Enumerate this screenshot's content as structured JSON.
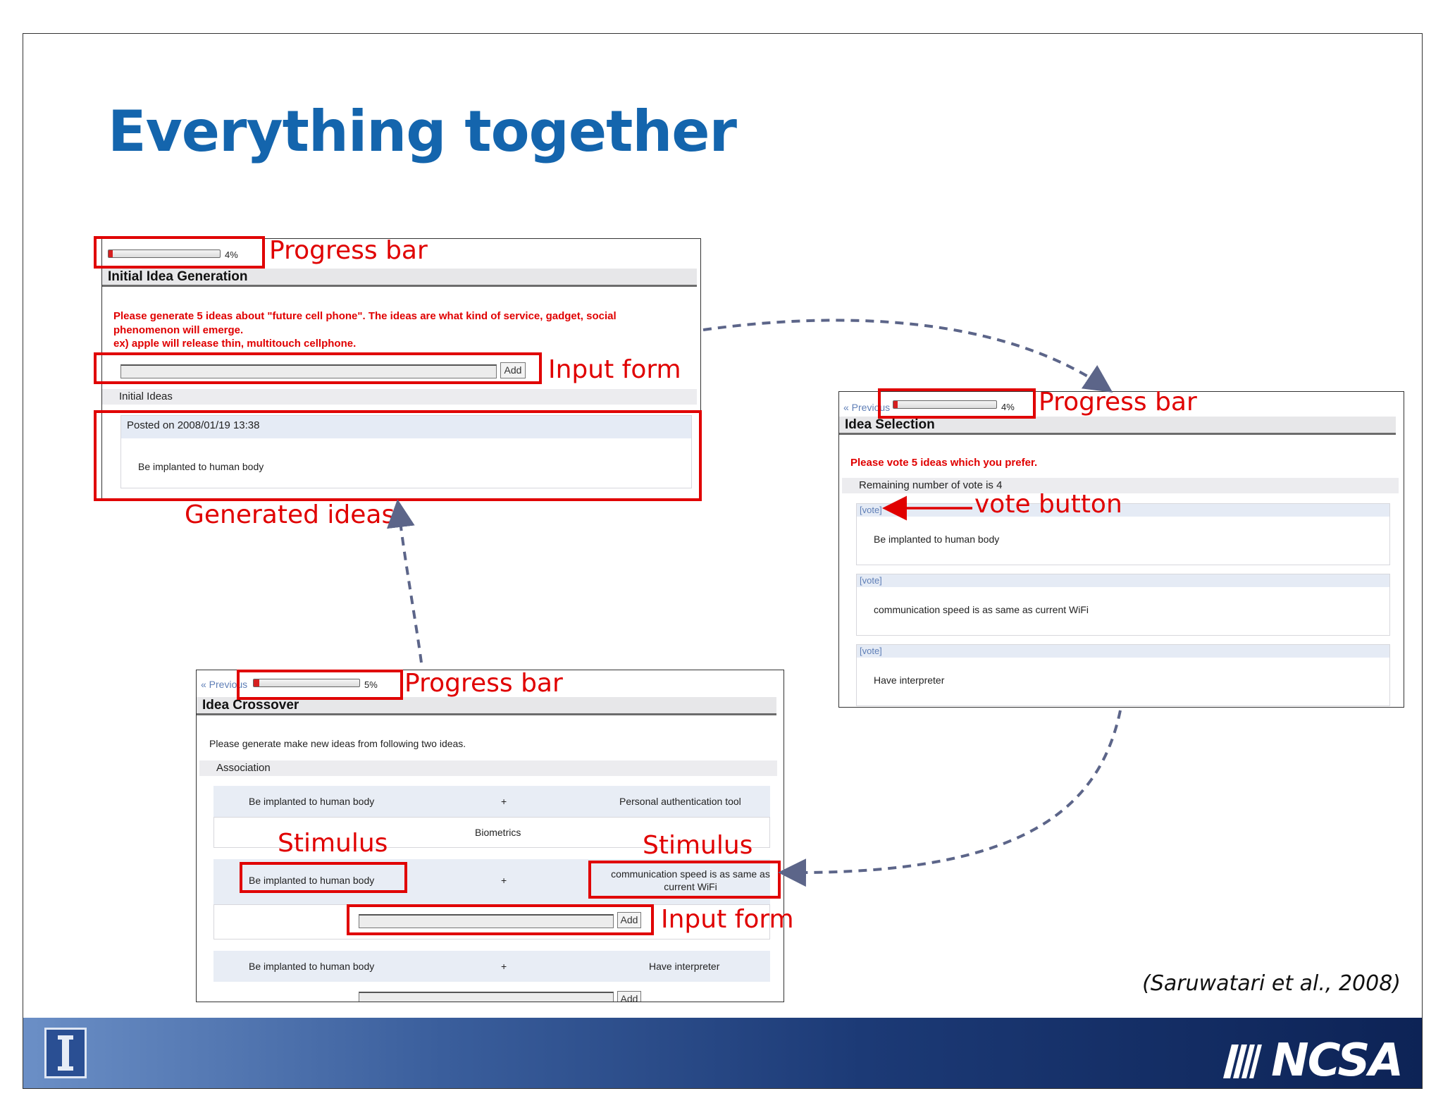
{
  "slide": {
    "title": "Everything together",
    "citation": "(Saruwatari et al., 2008)",
    "logo_text": "NCSA",
    "colors": {
      "title": "#1465ad",
      "annotation": "#e00000",
      "arrow": "#5c6589"
    }
  },
  "panel_generation": {
    "progress": 0.04,
    "progress_label": "4%",
    "header": "Initial Idea Generation",
    "instruction_1": "Please generate 5 ideas about \"future cell phone\". The ideas are what kind of service, gadget, social",
    "instruction_2": "phenomenon will emerge.",
    "instruction_3": "ex) apple will release thin, multitouch cellphone.",
    "add_label": "Add",
    "section_label": "Initial Ideas",
    "posted": "Posted on 2008/01/19 13:38",
    "idea": "Be implanted to human body"
  },
  "panel_selection": {
    "previous": "« Previous",
    "progress": 0.04,
    "progress_label": "4%",
    "header": "Idea Selection",
    "instruction": "Please vote 5 ideas which you prefer.",
    "remaining": "Remaining number of vote is 4",
    "vote_label": "[vote]",
    "ideas": [
      "Be implanted to human body",
      "communication speed is as same as current WiFi",
      "Have interpreter"
    ]
  },
  "panel_crossover": {
    "previous": "« Previous",
    "progress": 0.05,
    "progress_label": "5%",
    "header": "Idea Crossover",
    "instruction": "Please generate make new ideas from following two ideas.",
    "section_label": "Association",
    "plus": "+",
    "row1_left": "Be implanted to human body",
    "row1_right": "Personal authentication tool",
    "row1_result": "Biometrics",
    "row2_left": "Be implanted to human body",
    "row2_right_1": "communication speed is as same as",
    "row2_right_2": "current WiFi",
    "add_label": "Add",
    "row3_left": "Be implanted to human body",
    "row3_right": "Have interpreter",
    "add_label_2": "Add"
  },
  "annotations": {
    "progress_bar": "Progress bar",
    "input_form": "Input form",
    "generated_ideas": "Generated ideas",
    "vote_button": "vote button",
    "stimulus": "Stimulus"
  }
}
